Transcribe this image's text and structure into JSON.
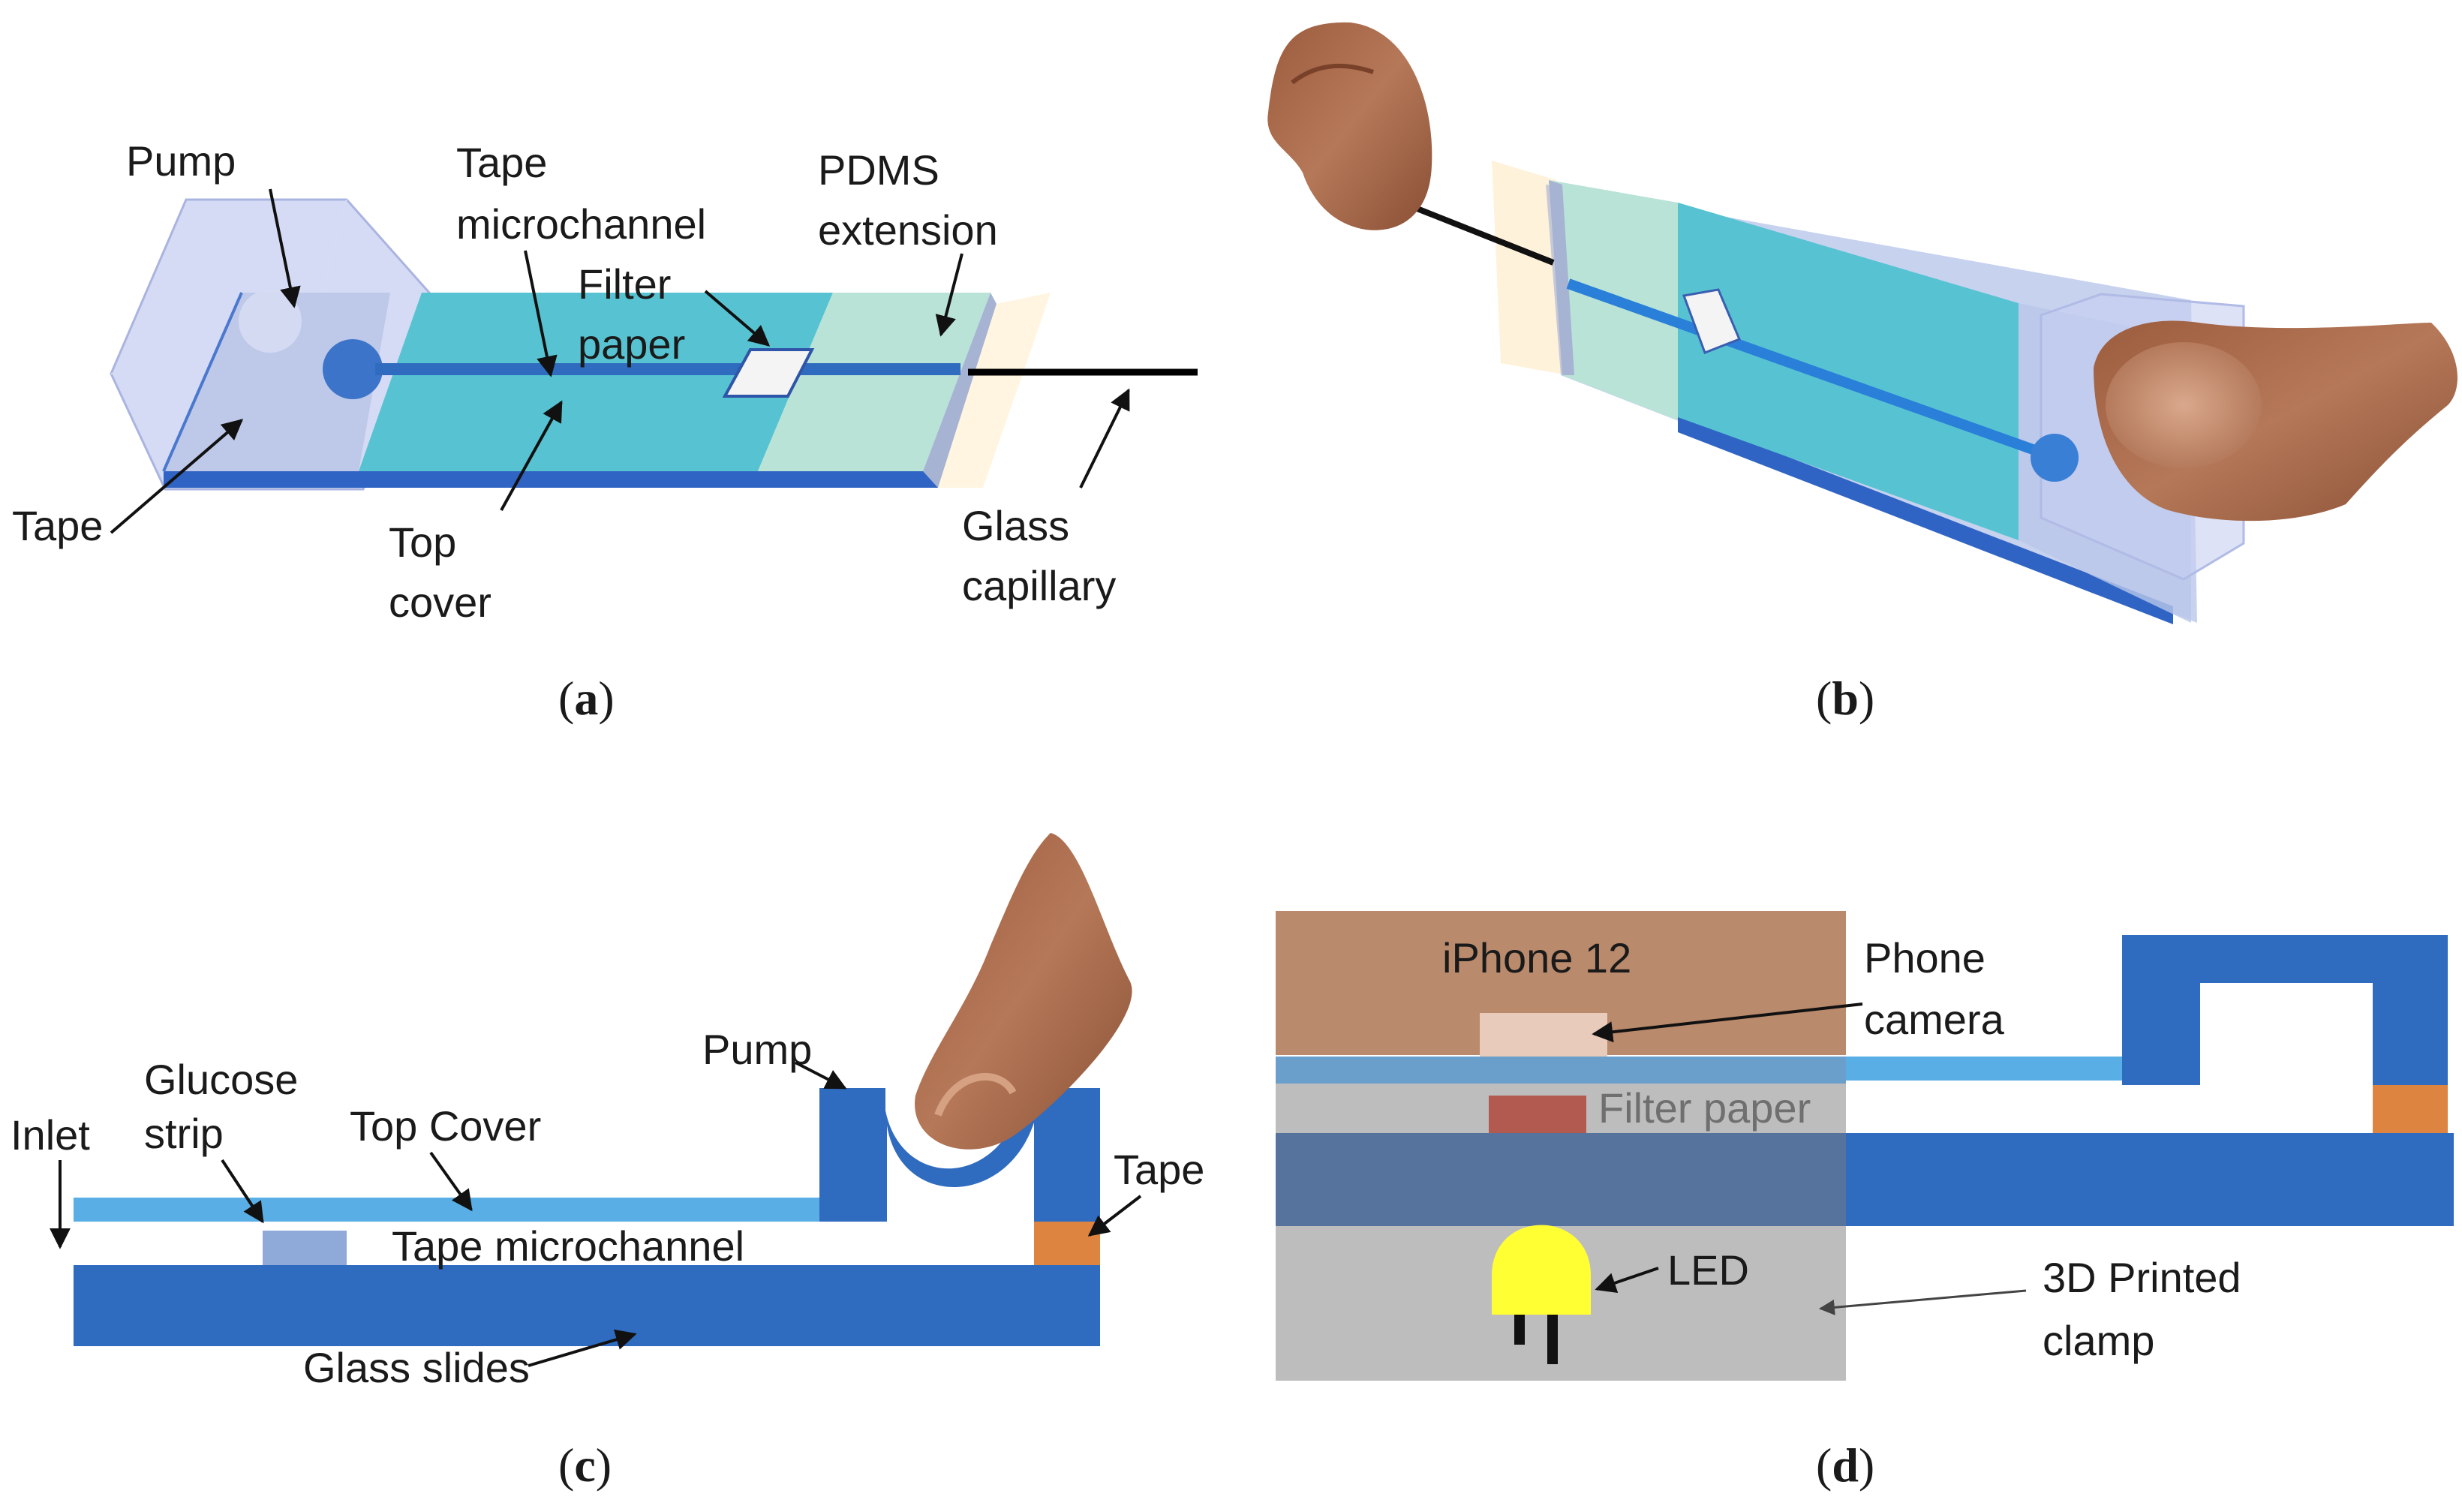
{
  "panels": {
    "a": {
      "caption_letter": "a",
      "labels": {
        "pump": "Pump",
        "tape_microchannel_1": "Tape",
        "tape_microchannel_2": "microchannel",
        "pdms_1": "PDMS",
        "pdms_2": "extension",
        "filter_1": "Filter",
        "filter_2": "paper",
        "tape": "Tape",
        "top_cover_1": "Top",
        "top_cover_2": "cover",
        "glass_capillary_1": "Glass",
        "glass_capillary_2": "capillary"
      }
    },
    "b": {
      "caption_letter": "b"
    },
    "c": {
      "caption_letter": "c",
      "labels": {
        "inlet": "Inlet",
        "glucose_1": "Glucose",
        "glucose_2": "strip",
        "top_cover": "Top Cover",
        "pump": "Pump",
        "tape": "Tape",
        "tape_microchannel": "Tape microchannel",
        "glass_slides": "Glass slides"
      }
    },
    "d": {
      "caption_letter": "d",
      "labels": {
        "iphone": "iPhone 12",
        "phone_camera_1": "Phone",
        "phone_camera_2": "camera",
        "filter_paper": "Filter paper",
        "led": "LED",
        "clamp_1": "3D Printed",
        "clamp_2": "clamp"
      }
    }
  },
  "colors": {
    "glass_blue": "#2f6bbf",
    "cyan_cover": "#57c3d2",
    "light_blue": "#5aaee6",
    "pdms_green": "#b9e3d6",
    "pump_lavender": "#c7cff0",
    "phone_brown": "#b98a6c",
    "clamp_gray": "#bdbdbd",
    "led_yellow": "#ffff33",
    "tape_orange": "#dd8440",
    "filter_red": "#b35a50",
    "skin": "#a86a4a"
  }
}
